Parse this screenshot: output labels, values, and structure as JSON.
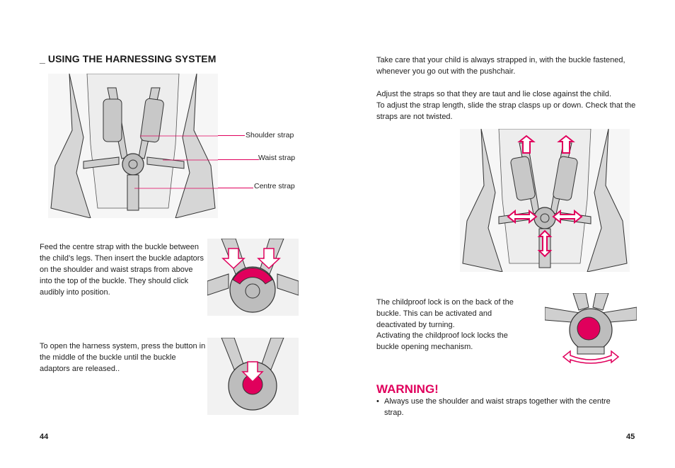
{
  "left": {
    "heading": "_ USING THE HARNESSING SYSTEM",
    "labels": {
      "shoulder": "Shoulder strap",
      "waist": "Waist strap",
      "centre": "Centre strap"
    },
    "para_feed": "Feed the centre strap with the buckle between the child’s legs. Then insert the buckle adaptors on the shoulder and waist straps from above into the top of the buckle. They should click audibly into position.",
    "para_open": "To open the harness system, press the button in the middle of the buckle until the buckle adaptors are released..",
    "page_number": "44"
  },
  "right": {
    "para1": "Take care that your child is always strapped in, with the buckle fastened, whenever you go out with the pushchair.",
    "para2_line1": "Adjust the straps so that they are taut and lie close against the child.",
    "para2_line2": "To adjust the strap length, slide the strap clasps up or down. Check that the straps are not twisted.",
    "para_lock_1": "The childproof lock is on the back of the buckle. This can be activated and deactivated by turning.",
    "para_lock_2": "Activating the childproof lock locks the buckle opening mechanism.",
    "warning_title": "WARNING!",
    "warning_item": "Always use the shoulder and waist straps together with the centre strap.",
    "page_number": "45"
  },
  "colors": {
    "accent": "#e0005c",
    "line": "#333333",
    "fill": "#cfcfcf"
  },
  "icons": [
    "harness-illustration",
    "buckle-insert-illustration",
    "buckle-release-illustration",
    "strap-adjust-illustration",
    "childproof-lock-illustration"
  ]
}
